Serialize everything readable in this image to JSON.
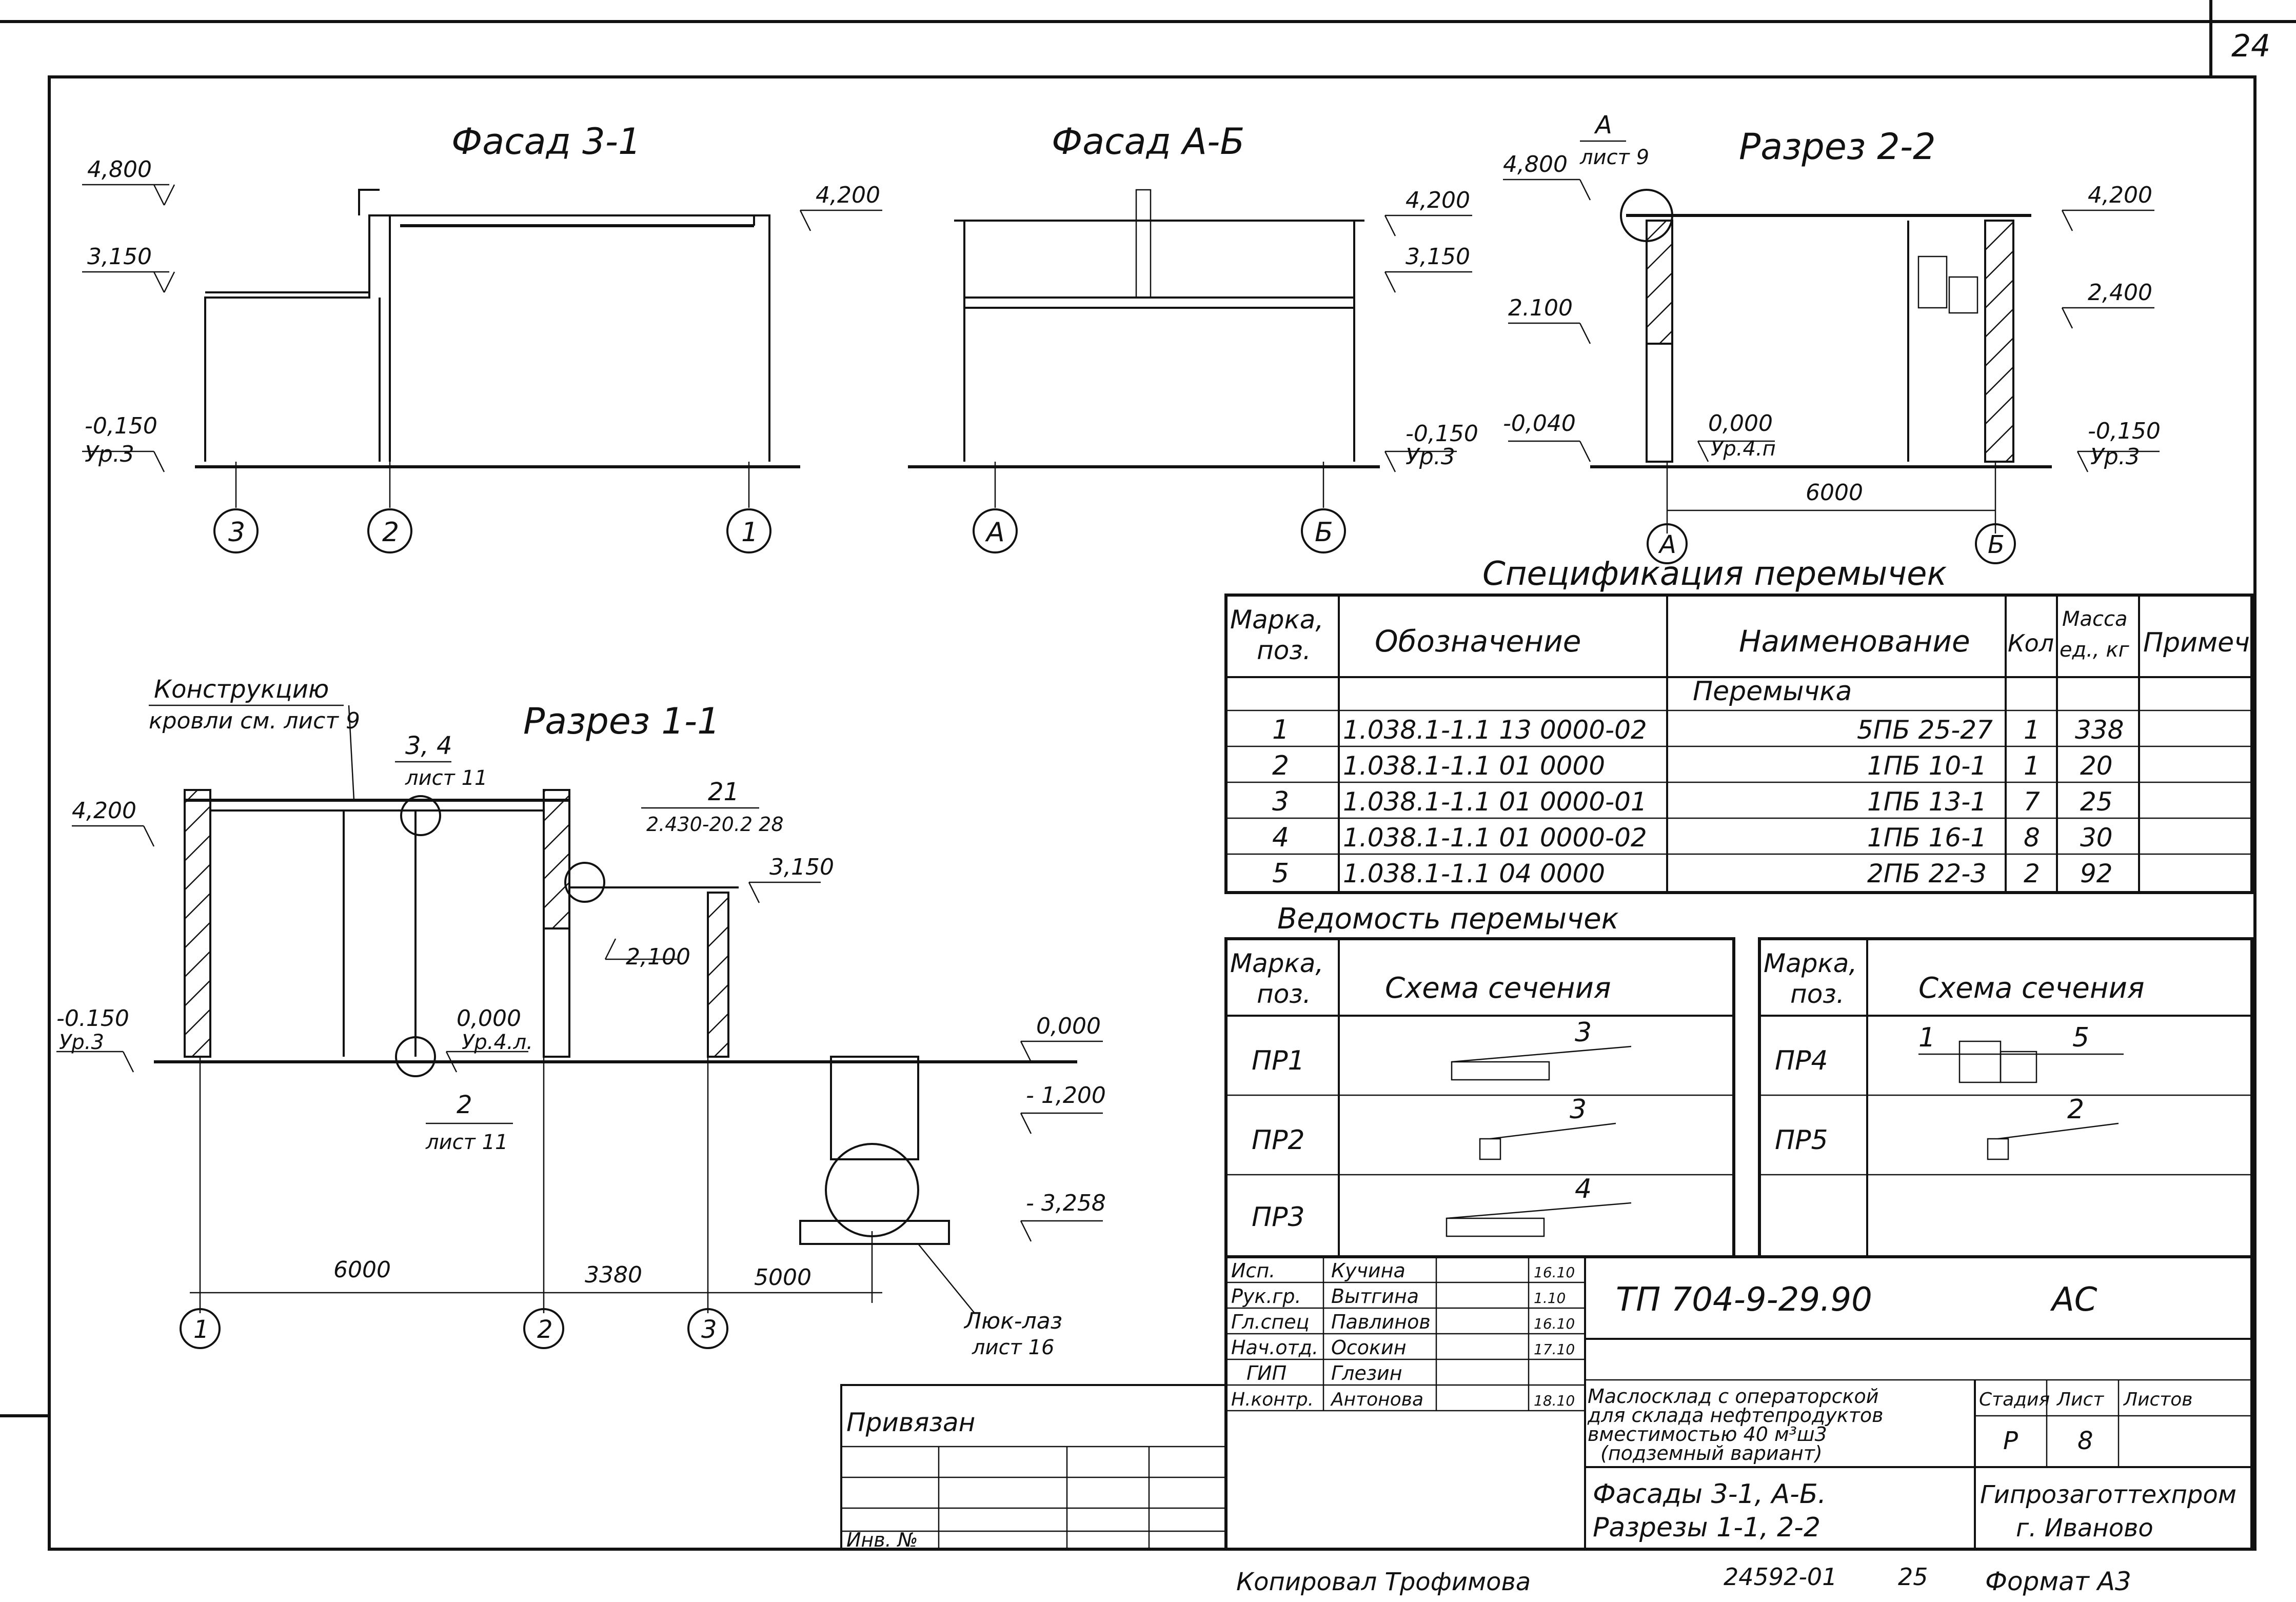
{
  "sheet": {
    "number": "24",
    "copied_by": "Копировал Трофимова",
    "archive_no": "24592-01",
    "archive_page": "25",
    "format": "Формат А3"
  },
  "views": {
    "facade_3_1": {
      "title": "Фасад 3-1",
      "elev_4800": "4,800",
      "elev_3150": "3,150",
      "elev_4200": "4,200",
      "elev_m0150": "-0,150",
      "level_3": "Ур.3",
      "axes": [
        "3",
        "2",
        "1"
      ]
    },
    "facade_a_b": {
      "title": "Фасад А-Б",
      "elev_4200": "4,200",
      "elev_3150": "3,150",
      "elev_m0150": "-0,150",
      "level_3": "Ур.3",
      "axes": [
        "А",
        "Б"
      ]
    },
    "section_2_2": {
      "title": "Разрез 2-2",
      "callout_top": "А",
      "callout_bottom": "лист 9",
      "elev_4800": "4,800",
      "elev_2100": "2.100",
      "elev_m0040": "-0,040",
      "elev_0000": "0,000",
      "level_4p": "Ур.4.п",
      "elev_4200": "4,200",
      "elev_2400": "2,400",
      "elev_m0150": "-0,150",
      "level_3": "Ур.3",
      "dim": "6000",
      "axes": [
        "А",
        "Б"
      ]
    },
    "section_1_1": {
      "title": "Разрез 1-1",
      "note_line1": "Конструкцию",
      "note_line2": "кровли см. лист 9",
      "callout_34_top": "3, 4",
      "callout_34_bottom": "лист 11",
      "callout_21_top": "21",
      "callout_21_bottom": "2.430-20.2 28",
      "elev_4200": "4,200",
      "elev_3150": "3,150",
      "elev_2100": "2,100",
      "elev_m0150": "-0.150",
      "level_3": "Ур.3",
      "elev_0000": "0,000",
      "level_4l": "Ур.4.л.",
      "callout_2_top": "2",
      "callout_2_bottom": "лист 11",
      "elev_0000_b": "0,000",
      "elev_m1200": "- 1,200",
      "elev_m3258": "- 3,258",
      "dims": [
        "6000",
        "3380",
        "5000"
      ],
      "axes": [
        "1",
        "2",
        "3"
      ],
      "hatch_line1": "Люк-лаз",
      "hatch_line2": "лист 16"
    }
  },
  "spec_table": {
    "title": "Спецификация перемычек",
    "headers": {
      "mark_line1": "Марка,",
      "mark_line2": "поз.",
      "designation": "Обозначение",
      "name": "Наименование",
      "qty": "Кол",
      "mass_line1": "Масса",
      "mass_line2": "ед., кг",
      "note": "Примеч."
    },
    "group": "Перемычка",
    "rows": [
      {
        "pos": "1",
        "designation": "1.038.1-1.1 13 0000-02",
        "name": "5ПБ 25-27",
        "qty": "1",
        "mass": "338"
      },
      {
        "pos": "2",
        "designation": "1.038.1-1.1 01 0000",
        "name": "1ПБ 10-1",
        "qty": "1",
        "mass": "20"
      },
      {
        "pos": "3",
        "designation": "1.038.1-1.1 01 0000-01",
        "name": "1ПБ 13-1",
        "qty": "7",
        "mass": "25"
      },
      {
        "pos": "4",
        "designation": "1.038.1-1.1 01 0000-02",
        "name": "1ПБ 16-1",
        "qty": "8",
        "mass": "30"
      },
      {
        "pos": "5",
        "designation": "1.038.1-1.1 04 0000",
        "name": "2ПБ 22-3",
        "qty": "2",
        "mass": "92"
      }
    ]
  },
  "lintel_schedule": {
    "title": "Ведомость перемычек",
    "header_mark_line1": "Марка,",
    "header_mark_line2": "поз.",
    "header_scheme": "Схема сечения",
    "left": [
      {
        "mark": "ПР1",
        "label": "3"
      },
      {
        "mark": "ПР2",
        "label": "3"
      },
      {
        "mark": "ПР3",
        "label": "4"
      }
    ],
    "right": [
      {
        "mark": "ПР4",
        "label_left": "1",
        "label_right": "5"
      },
      {
        "mark": "ПР5",
        "label": "2"
      }
    ]
  },
  "title_block": {
    "doc_code": "ТП 704-9-29.90",
    "section": "АС",
    "roles": [
      "Исп.",
      "Рук.гр.",
      "Гл.спец",
      "Нач.отд.",
      "ГИП",
      "Н.контр."
    ],
    "names": [
      "Кучина",
      "Вытгина",
      "Павлинов",
      "Осокин",
      "Глезин",
      "Антонова"
    ],
    "dates": [
      "16.10",
      "1.10",
      "16.10",
      "17.10",
      "",
      "18.10"
    ],
    "object_lines": [
      "Маслосклад с операторской",
      "для склада нефтепродуктов",
      "вместимостью 40 м³ш3",
      "(подземный вариант)"
    ],
    "stage_header": "Стадия",
    "sheet_header": "Лист",
    "sheets_header": "Листов",
    "stage": "Р",
    "sheet": "8",
    "drawing_line1": "Фасады 3-1, А-Б.",
    "drawing_line2": "Разрезы 1-1, 2-2",
    "org_line1": "Гипрозаготтехпром",
    "org_line2": "г. Иваново",
    "bound_label": "Привязан",
    "inv_label": "Инв. №"
  }
}
